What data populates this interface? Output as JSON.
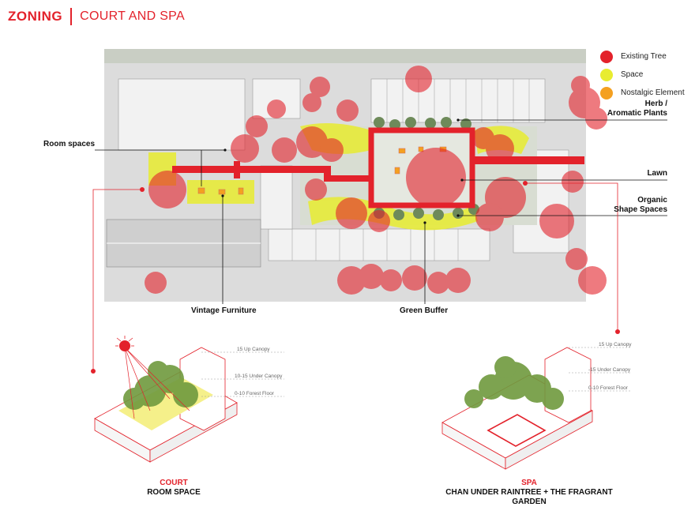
{
  "header": {
    "title": "ZONING",
    "subtitle": "COURT AND SPA"
  },
  "legend": [
    {
      "label": "Existing Tree",
      "color": "#e3222b"
    },
    {
      "label": "Space",
      "color": "#e8ec30"
    },
    {
      "label": "Nostalgic Element",
      "color": "#f4a020"
    }
  ],
  "callouts": {
    "room_spaces": "Room spaces",
    "herb_line1": "Herb /",
    "herb_line2": "Aromatic Plants",
    "lawn": "Lawn",
    "organic_line1": "Organic",
    "organic_line2": "Shape Spaces",
    "vintage": "Vintage Furniture",
    "green_buffer": "Green Buffer"
  },
  "levels": {
    "up": "15 Up Canopy",
    "under": "10-15 Under Canopy",
    "under_spa": "-15 Under Canopy",
    "floor": "0-10 Forest Floor"
  },
  "captions": {
    "court_title": "COURT",
    "court_sub": "ROOM SPACE",
    "spa_title": "SPA",
    "spa_sub": "CHAN UNDER RAINTREE + THE FRAGRANT GARDEN"
  }
}
